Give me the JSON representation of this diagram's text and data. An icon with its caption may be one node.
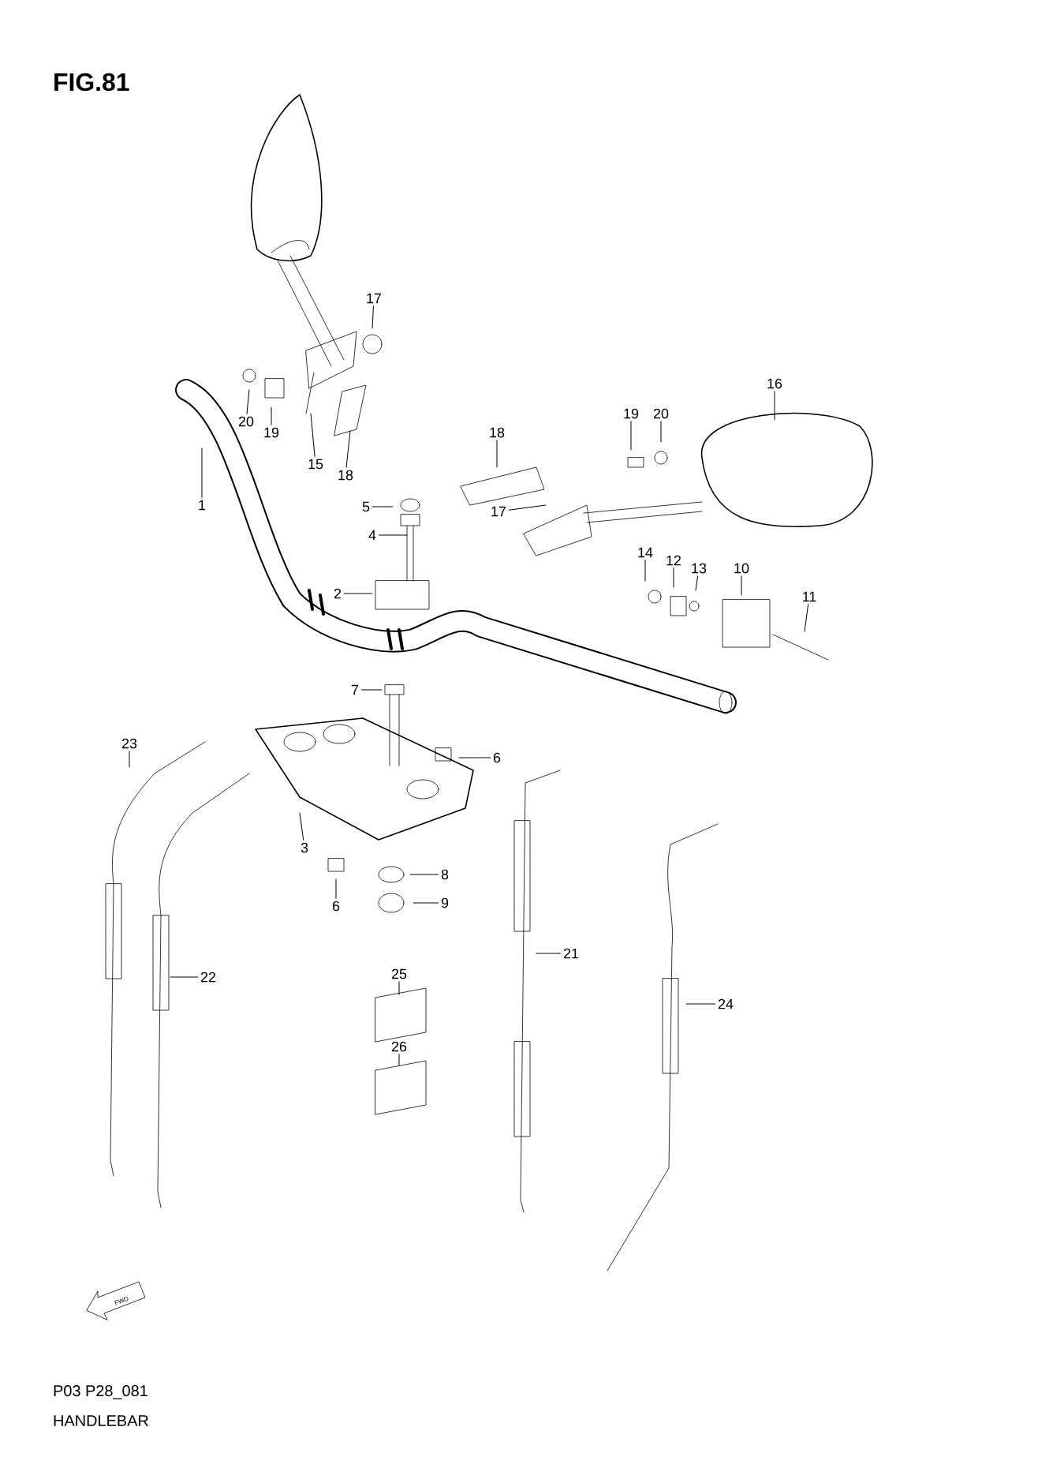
{
  "diagram": {
    "title": "FIG.81",
    "caption": "HANDLEBAR",
    "nodes": [
      {
        "text": [
          "17"
        ]
      },
      {
        "text": [
          "20"
        ]
      },
      {
        "text": [
          "19"
        ]
      },
      {
        "text": [
          "15"
        ]
      },
      {
        "text": [
          "18"
        ]
      },
      {
        "text": [
          "16"
        ]
      },
      {
        "text": [
          "18"
        ]
      },
      {
        "text": [
          "19"
        ]
      },
      {
        "text": [
          "20"
        ]
      },
      {
        "text": [
          "17"
        ]
      },
      {
        "text": [
          "1"
        ]
      },
      {
        "text": [
          "5"
        ]
      },
      {
        "text": [
          "4"
        ]
      },
      {
        "text": [
          "2"
        ]
      },
      {
        "text": [
          "14"
        ]
      },
      {
        "text": [
          "12"
        ]
      },
      {
        "text": [
          "13"
        ]
      },
      {
        "text": [
          "10"
        ]
      },
      {
        "text": [
          "11"
        ]
      },
      {
        "text": [
          "7"
        ]
      },
      {
        "text": [
          "6"
        ]
      },
      {
        "text": [
          "23"
        ]
      },
      {
        "text": [
          "3"
        ]
      },
      {
        "text": [
          "8"
        ]
      },
      {
        "text": [
          "6"
        ]
      },
      {
        "text": [
          "9"
        ]
      },
      {
        "text": [
          "21"
        ]
      },
      {
        "text": [
          "22"
        ]
      },
      {
        "text": [
          "24"
        ]
      },
      {
        "text": [
          "25"
        ]
      },
      {
        "text": [
          "26"
        ]
      }
    ],
    "edges": [
      {
        "from": 0,
        "to": null,
        "arrow": "none"
      },
      {
        "from": 1,
        "to": null,
        "arrow": "none"
      },
      {
        "from": 2,
        "to": null,
        "arrow": "none"
      },
      {
        "from": 3,
        "to": null,
        "arrow": "none"
      },
      {
        "from": 4,
        "to": null,
        "arrow": "none"
      },
      {
        "from": 5,
        "to": null,
        "arrow": "none"
      },
      {
        "from": 6,
        "to": null,
        "arrow": "none"
      },
      {
        "from": 7,
        "to": null,
        "arrow": "none"
      },
      {
        "from": 8,
        "to": null,
        "arrow": "none"
      },
      {
        "from": 9,
        "to": null,
        "arrow": "none"
      },
      {
        "from": 10,
        "to": null,
        "arrow": "none"
      },
      {
        "from": 11,
        "to": null,
        "arrow": "none"
      },
      {
        "from": 12,
        "to": null,
        "arrow": "none"
      },
      {
        "from": 13,
        "to": null,
        "arrow": "none"
      },
      {
        "from": 14,
        "to": null,
        "arrow": "none"
      },
      {
        "from": 15,
        "to": null,
        "arrow": "none"
      },
      {
        "from": 16,
        "to": null,
        "arrow": "none"
      },
      {
        "from": 17,
        "to": null,
        "arrow": "none"
      },
      {
        "from": 18,
        "to": null,
        "arrow": "none"
      },
      {
        "from": 19,
        "to": null,
        "arrow": "none"
      },
      {
        "from": 20,
        "to": null,
        "arrow": "none"
      },
      {
        "from": 21,
        "to": null,
        "arrow": "none"
      },
      {
        "from": 22,
        "to": null,
        "arrow": "none"
      },
      {
        "from": 23,
        "to": null,
        "arrow": "none"
      },
      {
        "from": 24,
        "to": null,
        "arrow": "none"
      },
      {
        "from": 25,
        "to": null,
        "arrow": "none"
      },
      {
        "from": 26,
        "to": null,
        "arrow": "none"
      },
      {
        "from": 27,
        "to": null,
        "arrow": "none"
      },
      {
        "from": 28,
        "to": null,
        "arrow": "none"
      },
      {
        "from": 29,
        "to": null,
        "arrow": "none"
      },
      {
        "from": 30,
        "to": null,
        "arrow": "none"
      }
    ],
    "labels": [
      "FWD",
      "P03 P28_081"
    ]
  }
}
